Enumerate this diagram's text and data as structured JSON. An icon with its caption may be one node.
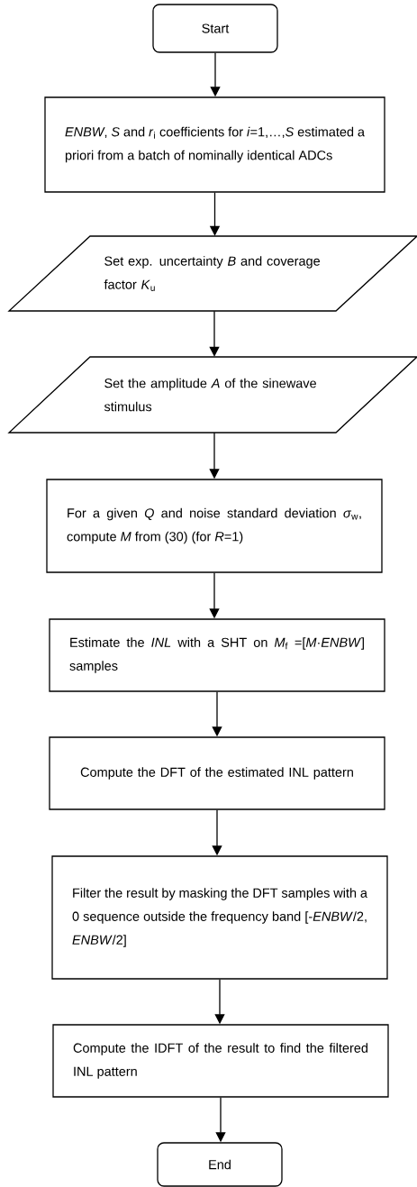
{
  "diagram": {
    "nodes": [
      {
        "text": [
          "Start"
        ]
      },
      {
        "text": [
          "*ENBW*, *S* and *r*$_{i}$ coefficients for *i*=1,…,*S* estimated a priori from a batch of nominally identical ADCs"
        ]
      },
      {
        "text": [
          "Set exp. uncertainty *B* and coverage factor *K*$_{u}$"
        ]
      },
      {
        "text": [
          "Set the amplitude *A* of the sinewave stimulus"
        ]
      },
      {
        "text": [
          "For a given *Q* and noise standard deviation *σ*$_{w}$, compute *M* from (30) (for *R*=1)"
        ]
      },
      {
        "text": [
          "Estimate the *INL* with a SHT on *M*$_{f}$ =[*M*·*ENBW*] samples"
        ]
      },
      {
        "text": [
          "Compute the DFT of the estimated INL pattern"
        ]
      },
      {
        "text": [
          "Filter the result by masking the DFT samples with a 0 sequence outside the frequency band [-*ENBW*/2, *ENBW*/2]"
        ]
      },
      {
        "text": [
          "Compute the IDFT of the result to find the filtered INL pattern"
        ]
      },
      {
        "text": [
          "End"
        ]
      }
    ],
    "edges": [
      {
        "from": 0,
        "to": 1,
        "arrow": "to"
      },
      {
        "from": 1,
        "to": 2,
        "arrow": "to"
      },
      {
        "from": 2,
        "to": 3,
        "arrow": "to"
      },
      {
        "from": 3,
        "to": 4,
        "arrow": "to"
      },
      {
        "from": 4,
        "to": 5,
        "arrow": "to"
      },
      {
        "from": 5,
        "to": 6,
        "arrow": "to"
      },
      {
        "from": 6,
        "to": 7,
        "arrow": "to"
      },
      {
        "from": 7,
        "to": 8,
        "arrow": "to"
      },
      {
        "from": 8,
        "to": 9,
        "arrow": "to"
      }
    ]
  }
}
